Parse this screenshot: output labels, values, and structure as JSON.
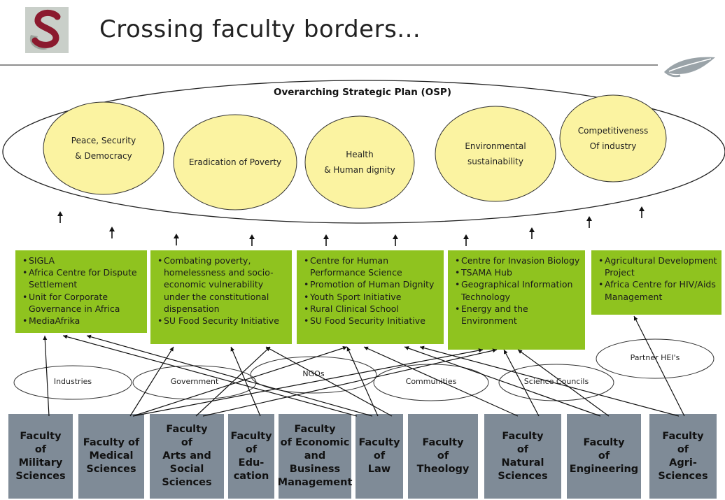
{
  "header": {
    "title": "Crossing faculty borders..."
  },
  "osp": {
    "title": "Overarching Strategic Plan (OSP)",
    "goals": [
      "Peace, Security\n& Democracy",
      "Eradication of Poverty",
      "Health\n& Human dignity",
      "Environmental\nsustainability",
      "Competitiveness\nOf industry"
    ]
  },
  "programmes": [
    [
      "SIGLA",
      "Africa Centre for Dispute Settlement",
      "Unit for Corporate Governance in Africa",
      "MediaAfrika"
    ],
    [
      "Combating poverty, homelessness and socio-economic vulnerability under the constitutional dispensation",
      "SU Food Security Initiative"
    ],
    [
      "Centre for Human Performance Science",
      "Promotion of Human Dignity",
      "Youth Sport Initiative",
      "Rural Clinical School",
      "SU Food Security Initiative"
    ],
    [
      "Centre for Invasion Biology",
      "TSAMA Hub",
      "Geographical Information Technology",
      "Energy and the Environment"
    ],
    [
      "Agricultural Development Project",
      "Africa Centre for HIV/Aids Management"
    ]
  ],
  "stakeholders": [
    "Industries",
    "Government",
    "NGOs",
    "Communities",
    "Science Councils",
    "Partner HEI's"
  ],
  "faculties": [
    "Faculty\nof\nMilitary\nSciences",
    "Faculty of\nMedical\nSciences",
    "Faculty\nof\nArts and\nSocial\nSciences",
    "Faculty\nof\nEdu-\ncation",
    "Faculty\nof Economic\nand\nBusiness\nManagement",
    "Faculty\nof\nLaw",
    "Faculty\nof\nTheology",
    "Faculty\nof\nNatural\nSciences",
    "Faculty\nof\nEngineering",
    "Faculty\nof\nAgri-\nSciences"
  ],
  "colors": {
    "goal_fill": "#fbf3a1",
    "programme_fill": "#8fc31f",
    "faculty_fill": "#7f8b97",
    "logo_maroon": "#8b1a2e"
  },
  "icons": [
    "university-logo-icon",
    "leaf-mark-icon",
    "up-arrow-icon"
  ]
}
